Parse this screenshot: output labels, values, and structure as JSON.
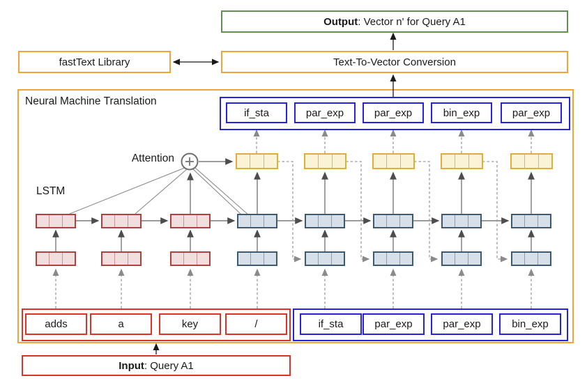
{
  "diagram": {
    "output_box": {
      "bold": "Output",
      "rest": ": Vector n' for Query A1"
    },
    "fasttext_box": "fastText Library",
    "conversion_box": "Text-To-Vector Conversion",
    "input_box": {
      "bold": "Input",
      "rest": ": Query A1"
    },
    "nmt_label": "Neural Machine Translation",
    "attention_label": "Attention",
    "lstm_label": "LSTM",
    "output_tokens": [
      "if_sta",
      "par_exp",
      "par_exp",
      "bin_exp",
      "par_exp"
    ],
    "input_words": [
      "adds",
      "a",
      "key",
      "/"
    ],
    "decoder_tokens": [
      "if_sta",
      "par_exp",
      "par_exp",
      "bin_exp"
    ]
  },
  "colors": {
    "orange": "#F2A33C",
    "green": "#609052",
    "red": "#E03127",
    "blue": "#2722DB",
    "encoder_cell_border": "#B0413E",
    "encoder_cell_fill": "#F2DEDE",
    "decoder_cell_border": "#3D5A73",
    "decoder_cell_fill": "#D7DFE8",
    "context_cell_border": "#E2AE3B",
    "context_cell_fill": "#FBF3D5",
    "connector_gray": "#7A7A7A",
    "dashed_gray": "#9B9B9B",
    "arrow_black": "#1A1A1A"
  }
}
